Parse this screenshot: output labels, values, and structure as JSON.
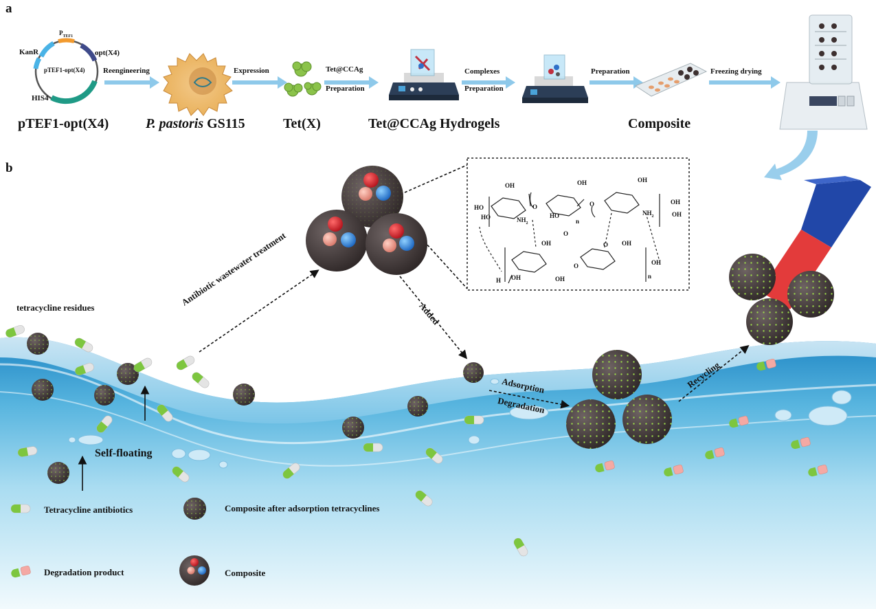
{
  "panels": {
    "a": "a",
    "b": "b"
  },
  "plasmid": {
    "promoter": "P",
    "promoter_sub": "TEF1",
    "kan": "KanR",
    "opt": "opt(X4)",
    "center": "pTEF1-opt(X4)",
    "his": "HIS4"
  },
  "steps": {
    "reengineering": "Reengineering",
    "expression": "Expression",
    "tet_prep_1": "Tet@CCAg",
    "tet_prep_2": "Preparation",
    "complexes_1": "Complexes",
    "complexes_2": "Preparation",
    "preparation": "Preparation",
    "freezing": "Freezing drying"
  },
  "captions": {
    "plasmid": "pTEF1-opt(X4)",
    "pastoris_italic": "P. pastoris",
    "pastoris_rest": " GS115",
    "tet": "Tet(X)",
    "hydrogels": "Tet@CCAg Hydrogels",
    "composite": "Composite"
  },
  "process": {
    "antibiotic": "Antibiotic  wastewater treatment",
    "added": "Added",
    "adsorption": "Adsorption",
    "degradation": "Degradation",
    "recycling": "Recycling",
    "self_floating": "Self-floating",
    "residues": "tetracycline residues"
  },
  "chemistry": {
    "oh": "OH",
    "ho": "HO",
    "nh2": "NH",
    "nh2_sub": "2",
    "o": "O",
    "n": "n",
    "h": "H"
  },
  "legend": {
    "tetracycline": "Tetracycline antibiotics",
    "after": "Composite after adsorption tetracyclines",
    "degradation": "Degradation product",
    "composite": "Composite"
  },
  "colors": {
    "arrow": "#8ec9ea",
    "capsule_green": "#7dc63f",
    "capsule_white": "#e4e4e4",
    "product_pink": "#f4a9a4",
    "sphere_dark": "#3b3333",
    "sphere_dot": "#9ad64a",
    "water": "#3a9fd0",
    "magnet_red": "#e33b3b",
    "magnet_blue": "#2147a8"
  },
  "icons": [
    "plasmid-icon",
    "yeast-cell-icon",
    "enzyme-icon",
    "beaker-stirrer-icon",
    "mold-tray-icon",
    "freeze-dryer-icon",
    "magnet-icon",
    "sphere-icon",
    "capsule-icon"
  ]
}
